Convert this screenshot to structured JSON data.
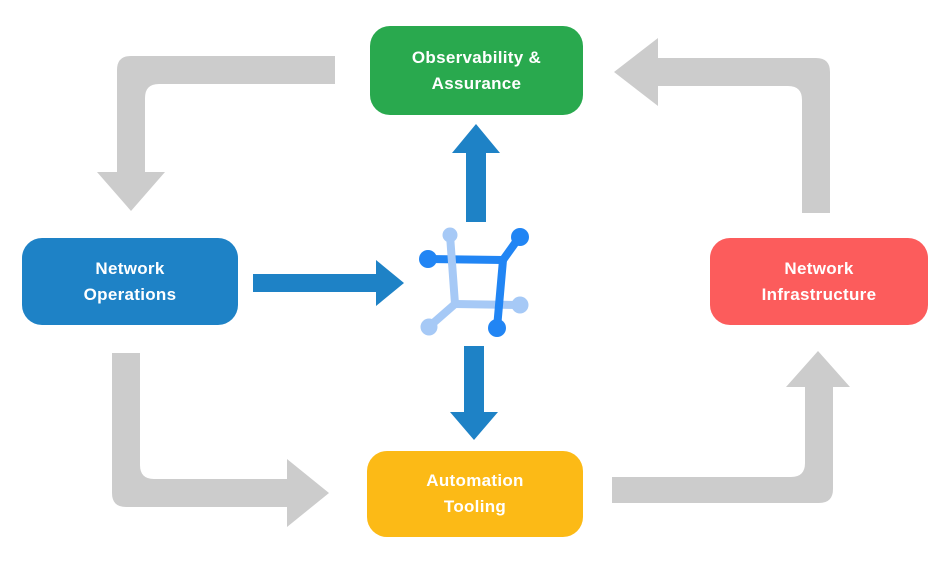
{
  "nodes": {
    "observability": {
      "line1": "Observability &",
      "line2": "Assurance",
      "color": "#29A94E"
    },
    "operations": {
      "line1": "Network",
      "line2": "Operations",
      "color": "#1E82C6"
    },
    "infrastructure": {
      "line1": "Network",
      "line2": "Infrastructure",
      "color": "#FC5C5C"
    },
    "automation": {
      "line1": "Automation",
      "line2": "Tooling",
      "color": "#FCBA16"
    }
  },
  "icon": {
    "name": "network-fabric-icon",
    "dark_color": "#2185F4",
    "light_color": "#A6C9F6"
  },
  "colors": {
    "cycle_arrow": "#CCCCCC",
    "flow_arrow": "#1E82C6",
    "background": "#FFFFFF",
    "text": "#FFFFFF"
  },
  "flows": {
    "cycle": [
      {
        "from": "Observability & Assurance",
        "to": "Network Operations"
      },
      {
        "from": "Network Operations",
        "to": "Automation Tooling"
      },
      {
        "from": "Automation Tooling",
        "to": "Network Infrastructure"
      },
      {
        "from": "Network Infrastructure",
        "to": "Observability & Assurance"
      }
    ],
    "center": [
      {
        "from": "Network Operations",
        "to": "network-fabric-icon"
      },
      {
        "from": "network-fabric-icon",
        "to": "Observability & Assurance"
      },
      {
        "from": "network-fabric-icon",
        "to": "Automation Tooling"
      }
    ]
  }
}
